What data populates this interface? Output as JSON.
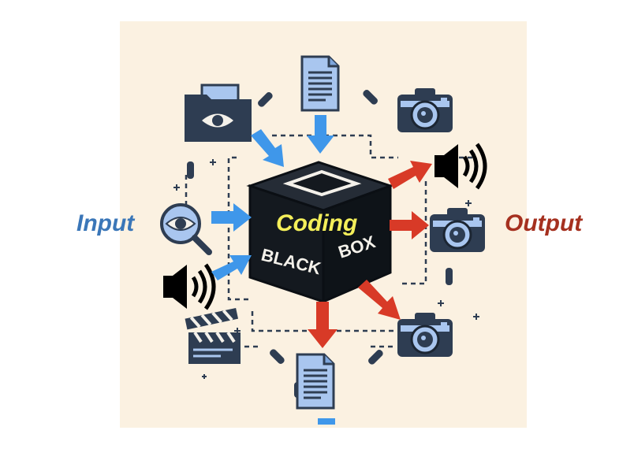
{
  "labels": {
    "input": "Input",
    "output": "Output",
    "coding": "Coding",
    "box_word_1": "BLACK",
    "box_word_2": "BOX"
  },
  "colors": {
    "background_panel": "#fbf1e1",
    "input_text": "#3a76b8",
    "output_text": "#a5301f",
    "coding_text": "#f4ef5a",
    "input_arrow": "#3f97ea",
    "output_arrow": "#d83a27",
    "box": "#14191f",
    "icon_dark": "#2e3d52",
    "icon_light": "#a9c6ef"
  },
  "icons": {
    "inputs": [
      "folder-eye-icon",
      "document-icon",
      "magnifier-eye-icon",
      "speaker-icon",
      "clapperboard-icon"
    ],
    "outputs": [
      "camera-icon",
      "speaker-icon",
      "camera-icon",
      "camera-icon",
      "document-icon"
    ]
  }
}
